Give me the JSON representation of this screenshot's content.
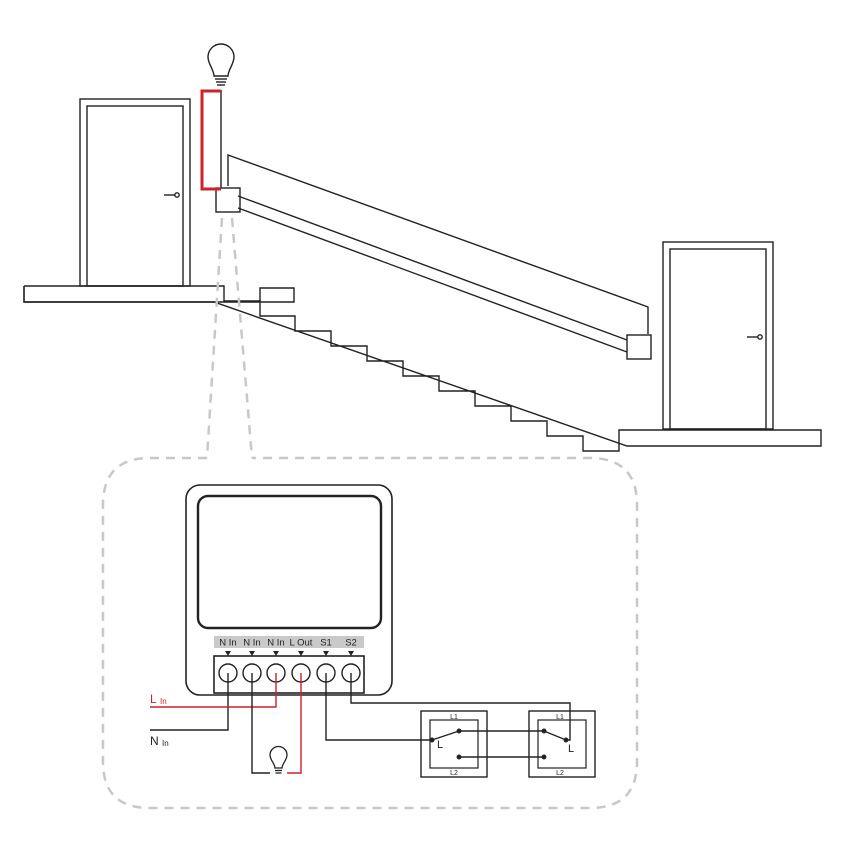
{
  "colors": {
    "line": "#222222",
    "live": "#d0202a",
    "dashed": "#c8c8c8",
    "terminal_bar": "#c9c9c9"
  },
  "icons": [
    "lightbulb-icon",
    "door-handle-icon",
    "terminal-arrow-icon"
  ],
  "terminals": [
    "N In",
    "N In",
    "N In",
    "L Out",
    "S1",
    "S2"
  ],
  "wires": {
    "live_label": "L",
    "live_sub": "In",
    "neutral_label": "N",
    "neutral_sub": "In"
  },
  "switch_1": {
    "top": "L1",
    "center": "L",
    "bottom": "L2"
  },
  "switch_2": {
    "top": "L1",
    "center": "L",
    "bottom": "L2"
  }
}
